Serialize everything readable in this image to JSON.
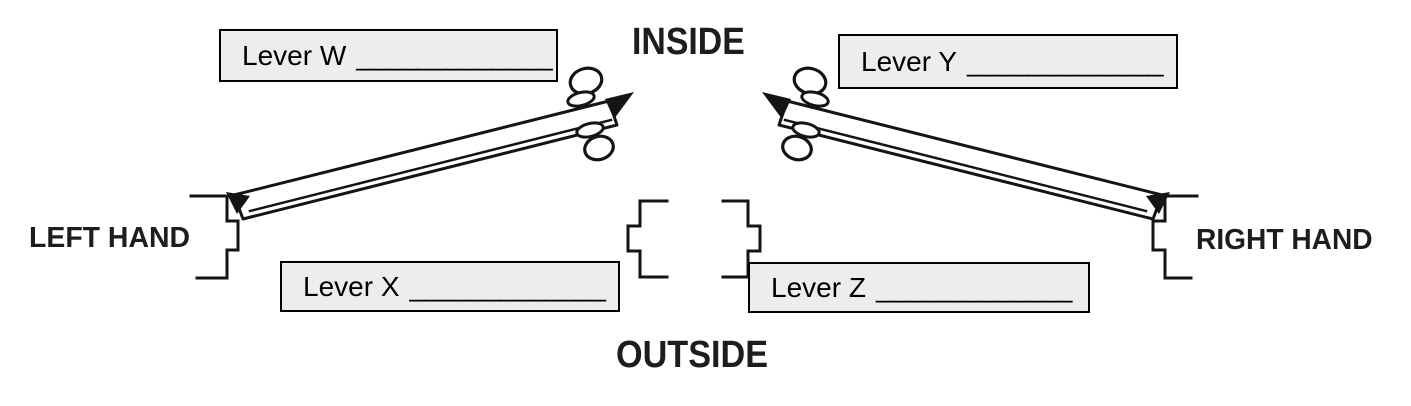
{
  "labels": {
    "inside": "INSIDE",
    "outside": "OUTSIDE",
    "left_hand": "LEFT HAND",
    "right_hand": "RIGHT HAND"
  },
  "lever_boxes": [
    {
      "id": "W",
      "label": "Lever W",
      "blank": "_____________"
    },
    {
      "id": "X",
      "label": "Lever X",
      "blank": "_____________"
    },
    {
      "id": "Y",
      "label": "Lever Y",
      "blank": "_____________"
    },
    {
      "id": "Z",
      "label": "Lever Z",
      "blank": "_____________"
    }
  ],
  "colors": {
    "background": "#ffffff",
    "line_art": "#141414",
    "label_text": "#1d1d1d",
    "box_fill": "#ededed",
    "box_border": "#000000"
  }
}
